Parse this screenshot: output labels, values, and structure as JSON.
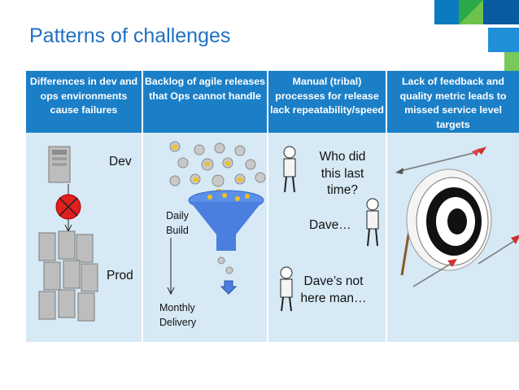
{
  "title": "Patterns of challenges",
  "columns": [
    {
      "header": "Differences in dev and ops environments cause failures",
      "labels": {
        "dev": "Dev",
        "prod": "Prod"
      }
    },
    {
      "header": "Backlog of agile releases that Ops cannot handle",
      "labels": {
        "daily": "Daily Build",
        "monthly": "Monthly Delivery"
      }
    },
    {
      "header": "Manual (tribal) processes for release lack repeatability/speed",
      "dialog": {
        "question": "Who did this last time?",
        "answer": "Dave…",
        "reply": "Dave’s not here man…"
      }
    },
    {
      "header": "Lack of feedback and quality metric leads to missed service level targets"
    }
  ],
  "colors": {
    "title": "#1f70c1",
    "header_bg": "#1b7fc7",
    "panel_bg": "#d6e9f5",
    "accent_red": "#e02020",
    "funnel": "#4a7fe0"
  },
  "icons": [
    "server-icon",
    "blocked-icon",
    "gears-icon",
    "funnel-icon",
    "down-arrow-icon",
    "person-icon",
    "target-icon",
    "arrow-icon"
  ]
}
